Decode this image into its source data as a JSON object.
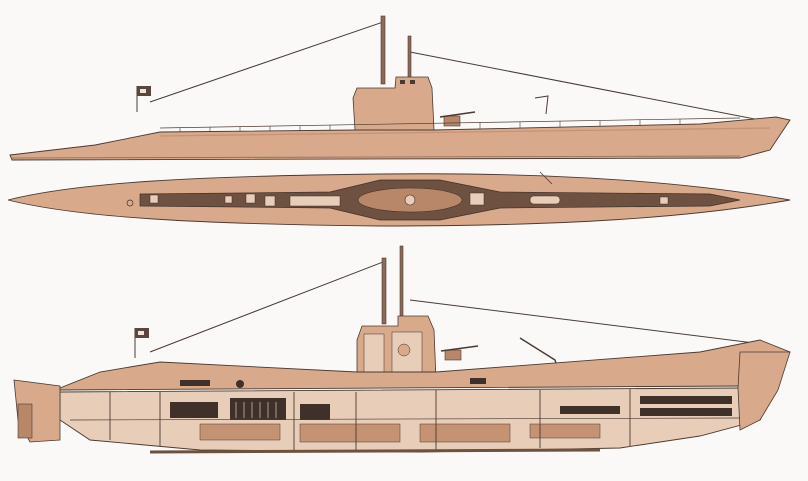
{
  "image": {
    "subject": "submarine-technical-drawing",
    "views": [
      {
        "id": "side-profile",
        "name": "side-profile-view"
      },
      {
        "id": "top-plan",
        "name": "top-plan-view"
      },
      {
        "id": "cutaway",
        "name": "cutaway-side-view"
      }
    ],
    "colors": {
      "background": "#fbf9f7",
      "hull": "#d8a98a",
      "hull_dark": "#c59274",
      "deck_dark": "#6e5140",
      "line": "#4a3a32",
      "interior_light": "#e8cdb9",
      "interior_dark": "#3f3029",
      "highlight": "#f1e4d9"
    },
    "icons": [
      "naval-ensign-flag-icon",
      "deck-gun-icon",
      "anchor-icon"
    ]
  }
}
